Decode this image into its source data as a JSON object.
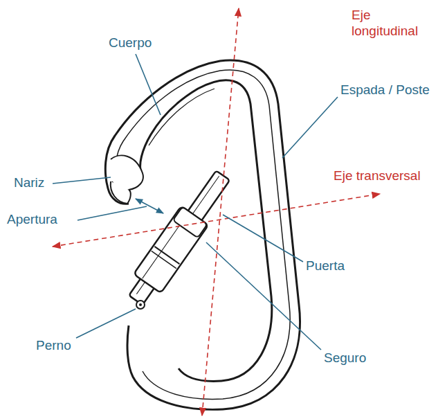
{
  "diagram": {
    "labels": [
      "Eje longitudinal",
      "Cuerpo",
      "Espada / Poste",
      "Nariz",
      "Eje transversal",
      "Apertura",
      "Puerta",
      "Seguro",
      "Perno"
    ]
  }
}
